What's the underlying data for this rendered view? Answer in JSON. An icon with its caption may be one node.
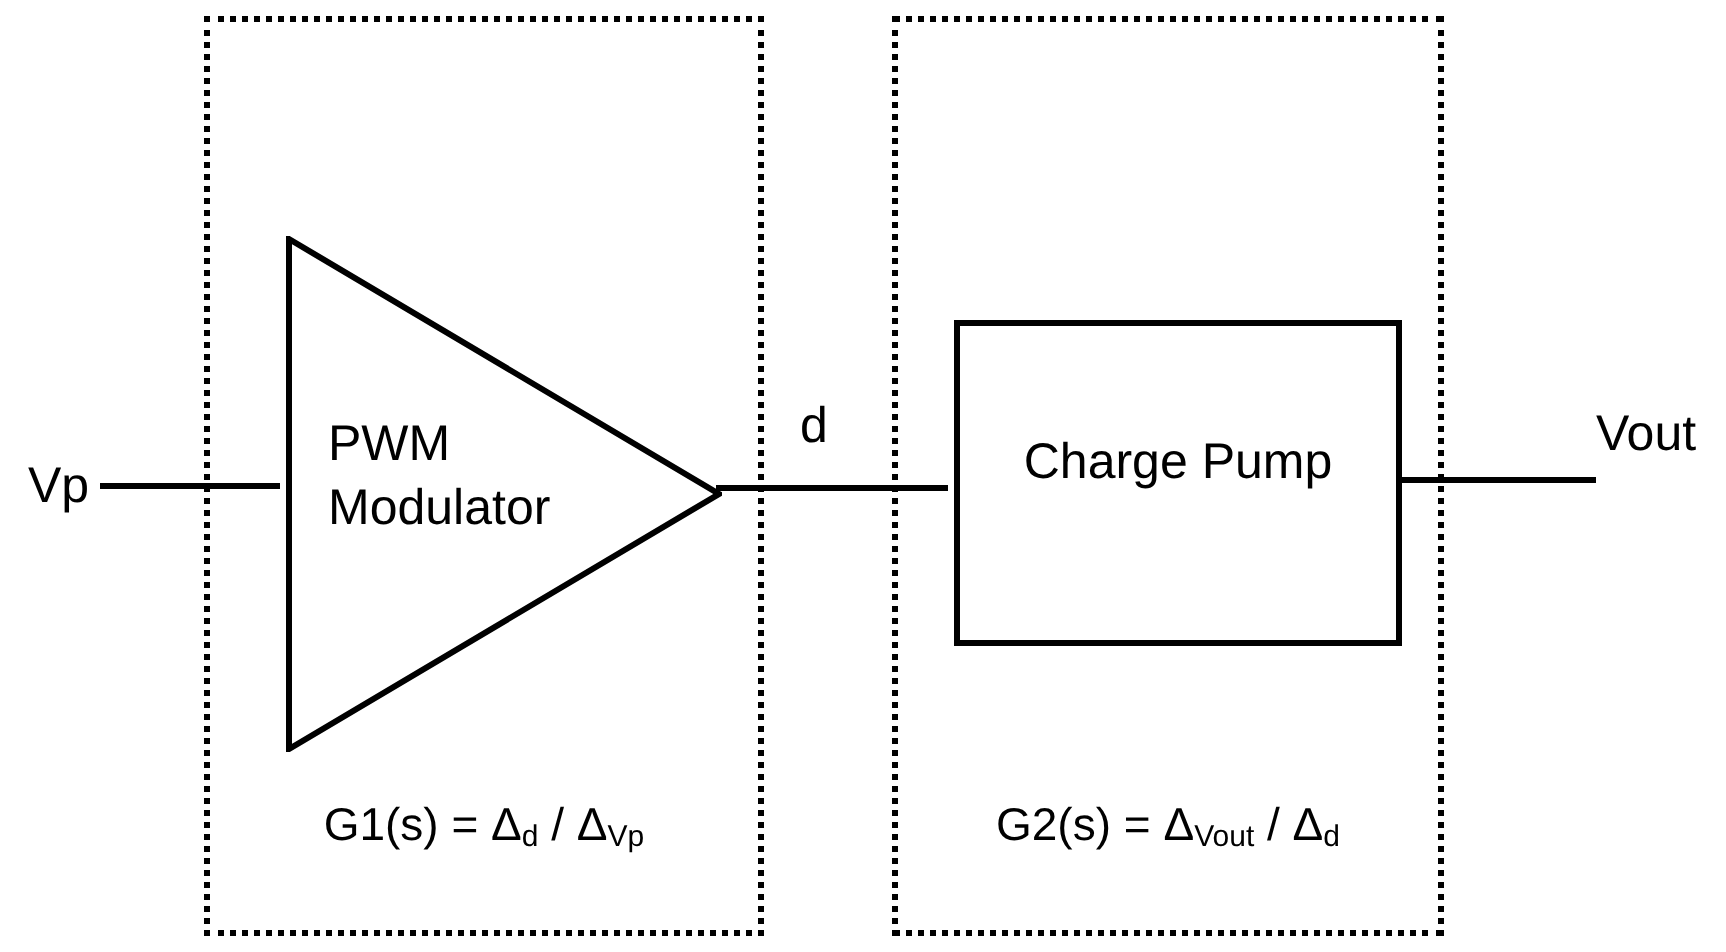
{
  "diagram": {
    "nodes": [
      {
        "text": [
          "G1(s) = Δ$_{d}$ / Δ$_{Vp}$"
        ]
      },
      {
        "text": [
          "PWM Modulator"
        ],
        "in": 0
      },
      {
        "text": [
          "G2(s) = Δ$_{Vout}$ / Δ$_{d}$"
        ]
      },
      {
        "text": [
          "Charge Pump"
        ],
        "in": 2
      },
      {
        "text": [
          "Vp"
        ]
      },
      {
        "text": [
          "Vout"
        ]
      }
    ],
    "edges": [
      {
        "from": 4,
        "to": 1,
        "arrow": "none"
      },
      {
        "from": 1,
        "to": 3,
        "arrow": "none",
        "label": "d"
      },
      {
        "from": 3,
        "to": 5,
        "arrow": "none"
      }
    ]
  }
}
